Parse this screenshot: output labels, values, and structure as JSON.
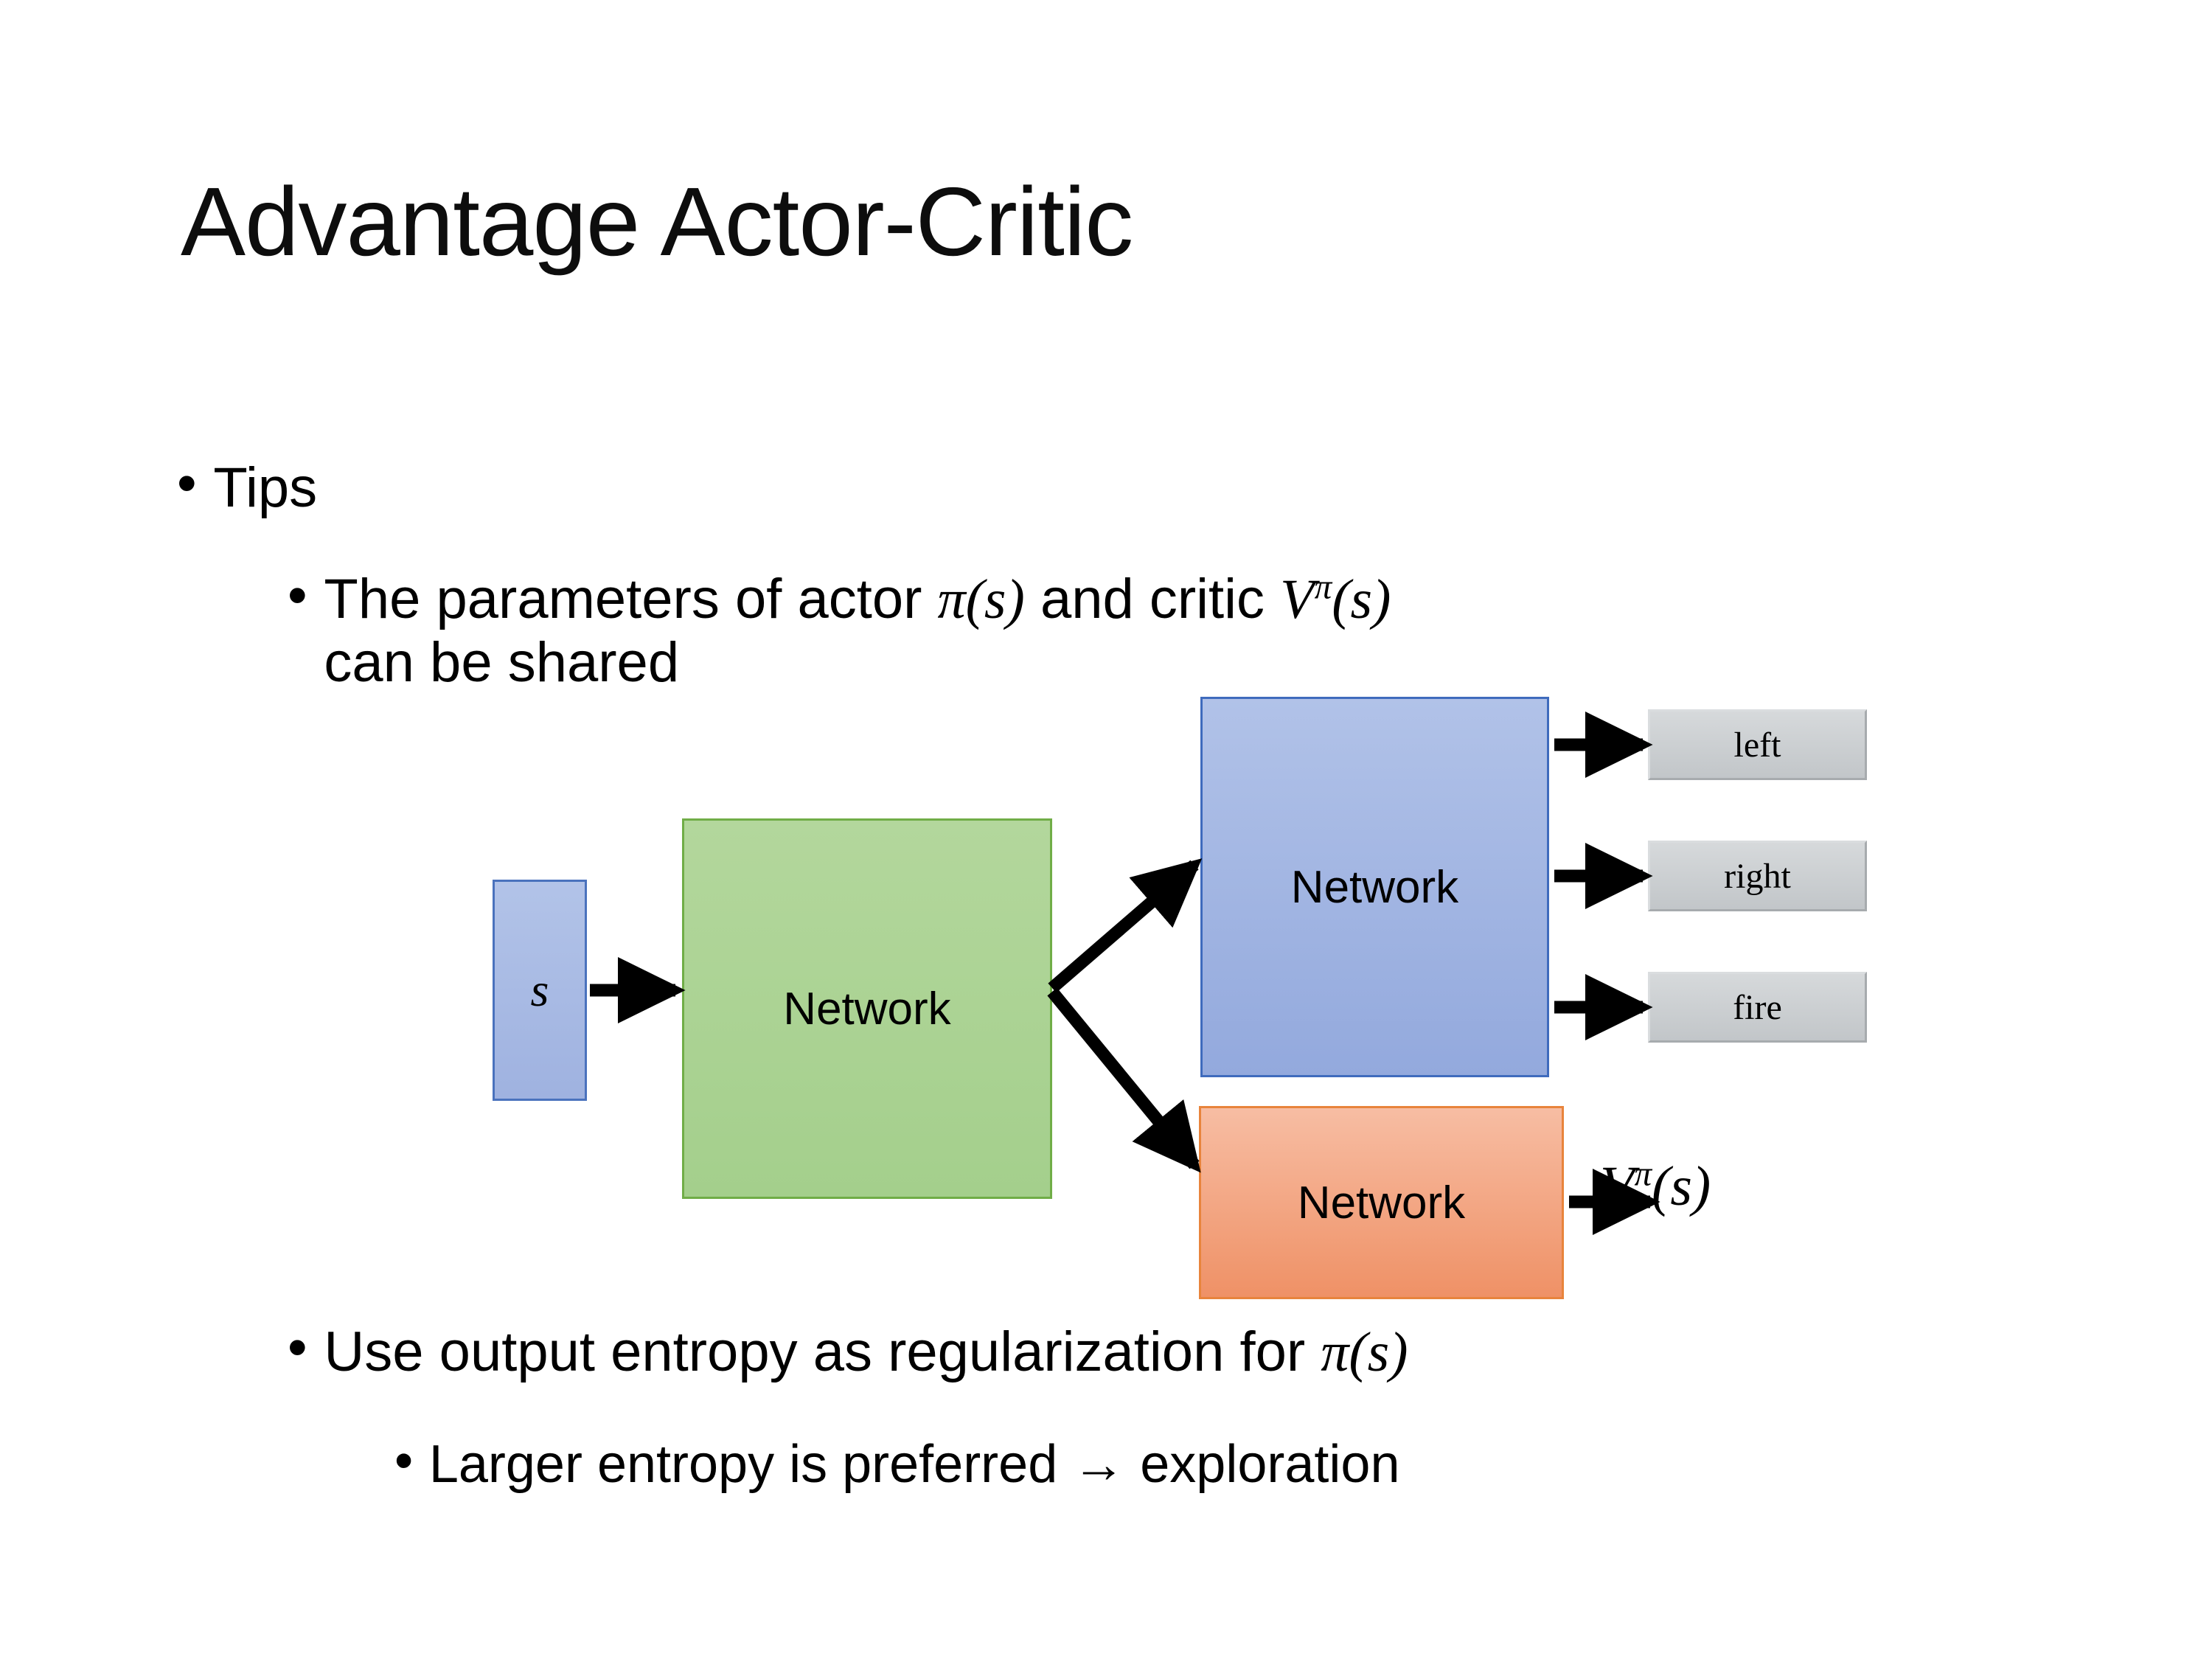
{
  "slide": {
    "title": "Advantage Actor-Critic",
    "bullets": {
      "tips": {
        "marker": "•",
        "text": "Tips"
      },
      "shared_params": {
        "marker": "•",
        "part1": "The parameters of actor ",
        "math_pi": "π(s)",
        "part2": "  and critic ",
        "math_v": "V",
        "math_v_sup": "π",
        "math_v_arg": "(s)",
        "line2": "can be shared",
        "full_text": "The parameters of actor π(s)  and critic Vπ(s) can be shared"
      },
      "entropy": {
        "marker": "•",
        "part1": "Use output entropy as regularization for ",
        "math_pi": "π(s)",
        "full_text": "Use output entropy as regularization for π(s)"
      },
      "larger": {
        "marker": "•",
        "text": "Larger entropy is preferred → exploration"
      }
    },
    "diagram": {
      "input_box": {
        "label": "s"
      },
      "shared_network": {
        "label": "Network"
      },
      "actor_network": {
        "label": "Network"
      },
      "critic_network": {
        "label": "Network"
      },
      "action_outputs": [
        {
          "label": "left"
        },
        {
          "label": "right"
        },
        {
          "label": "fire"
        }
      ],
      "critic_output": {
        "symbol": "V",
        "superscript": "π",
        "argument": "(s)",
        "full": "Vπ(s)"
      }
    },
    "colors": {
      "input_fill": "#a8bae3",
      "input_stroke": "#4a72bd",
      "shared_fill": "#abd392",
      "shared_stroke": "#70ad47",
      "actor_fill": "#a2b6e3",
      "actor_stroke": "#3f6bbd",
      "critic_fill": "#f3a785",
      "critic_stroke": "#e8843c",
      "output_fill": "#cbcfd2",
      "output_stroke": "#a7abae",
      "background": "#ffffff",
      "text": "#000000"
    }
  }
}
